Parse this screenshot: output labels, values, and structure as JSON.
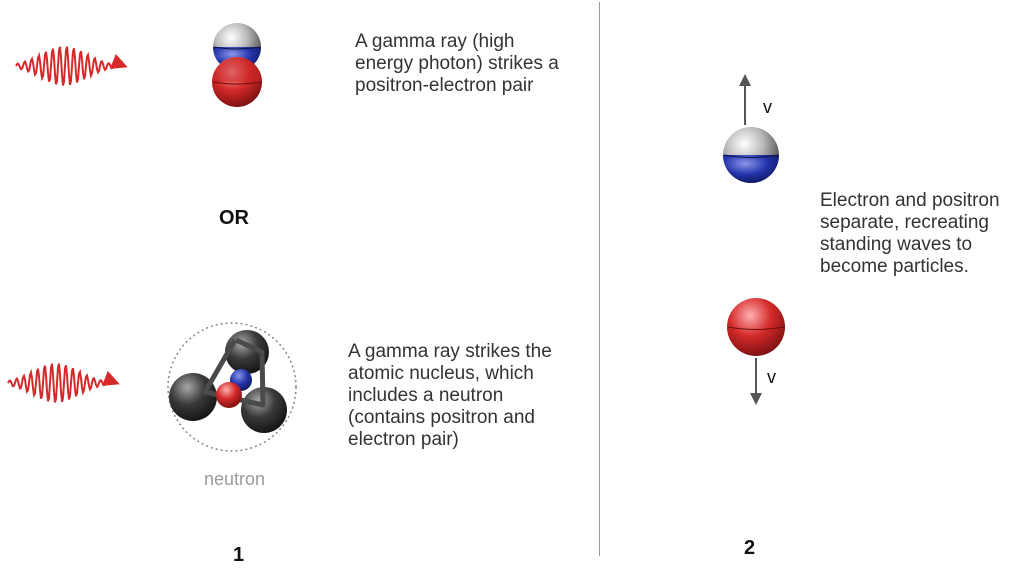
{
  "panel_1": {
    "text_top": "A gamma ray (high\nenergy photon) strikes a\npositron-electron pair",
    "or_label": "OR",
    "text_bottom": "A gamma ray strikes the\natomic nucleus, which\nincludes a neutron\n(contains positron and\nelectron pair)",
    "neutron_caption": "neutron",
    "number": "1"
  },
  "panel_2": {
    "velocity_up_label": "v",
    "velocity_down_label": "v",
    "text": "Electron and positron\nseparate, recreating\nstanding waves to\nbecome particles.",
    "number": "2"
  },
  "colors": {
    "gamma_wave": "#d62a2a",
    "positron": "#2233aa",
    "electron": "#cc1f1f",
    "neutron_ball": "#2e2e2e",
    "arrow": "#555555"
  }
}
